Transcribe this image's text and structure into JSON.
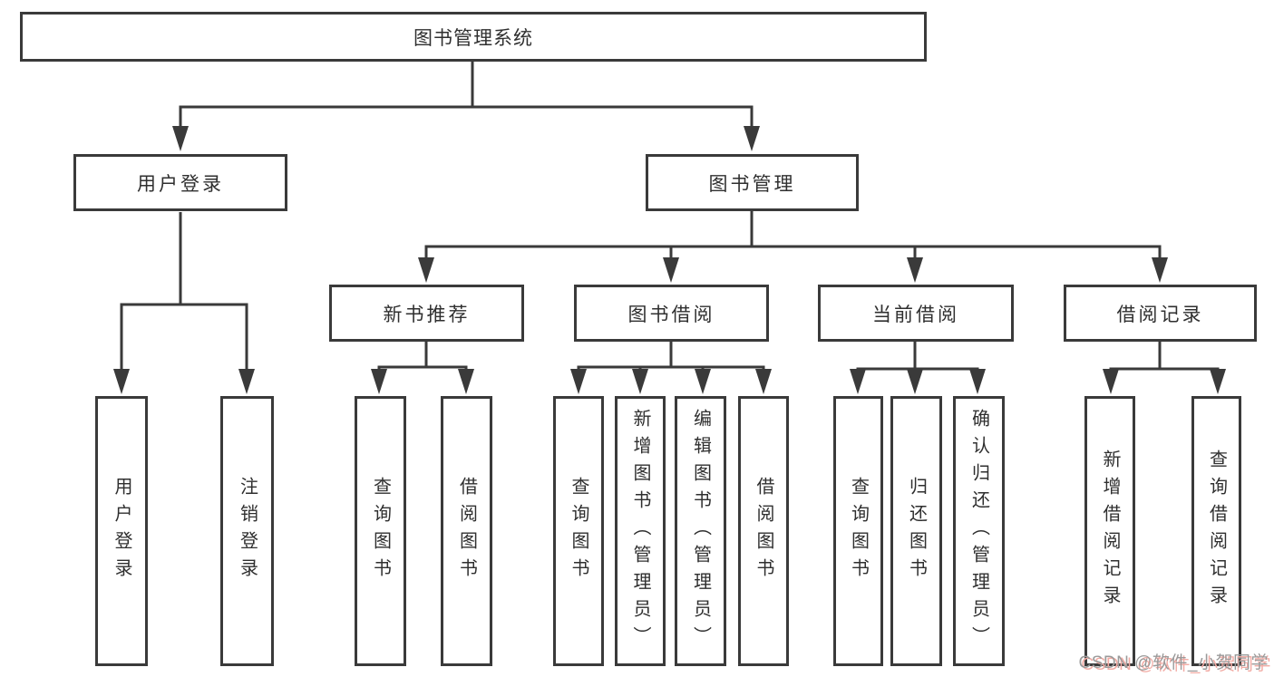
{
  "diagram": {
    "type": "hierarchy-tree",
    "tree": {
      "label": "图书管理系统",
      "children": [
        {
          "label": "用户登录",
          "children": [
            {
              "label": "用户登录"
            },
            {
              "label": "注销登录"
            }
          ]
        },
        {
          "label": "图书管理",
          "children": [
            {
              "label": "新书推荐",
              "children": [
                {
                  "label": "查询图书"
                },
                {
                  "label": "借阅图书"
                }
              ]
            },
            {
              "label": "图书借阅",
              "children": [
                {
                  "label": "查询图书"
                },
                {
                  "label": "新增图书（管理员）"
                },
                {
                  "label": "编辑图书（管理员）"
                },
                {
                  "label": "借阅图书"
                }
              ]
            },
            {
              "label": "当前借阅",
              "children": [
                {
                  "label": "查询图书"
                },
                {
                  "label": "归还图书"
                },
                {
                  "label": "确认归还（管理员）"
                }
              ]
            },
            {
              "label": "借阅记录",
              "children": [
                {
                  "label": "新增借阅记录"
                },
                {
                  "label": "查询借阅记录"
                }
              ]
            }
          ]
        }
      ]
    }
  },
  "watermark": {
    "text": "CSDN @软件_小贺同学"
  },
  "colors": {
    "background": "#ffffff",
    "line": "#3a3a3a",
    "box_border": "#3a3a3a",
    "text": "#2f2f2f",
    "watermark_gray": "#9a9a9a",
    "watermark_red_shadow": "#f2aba4"
  }
}
